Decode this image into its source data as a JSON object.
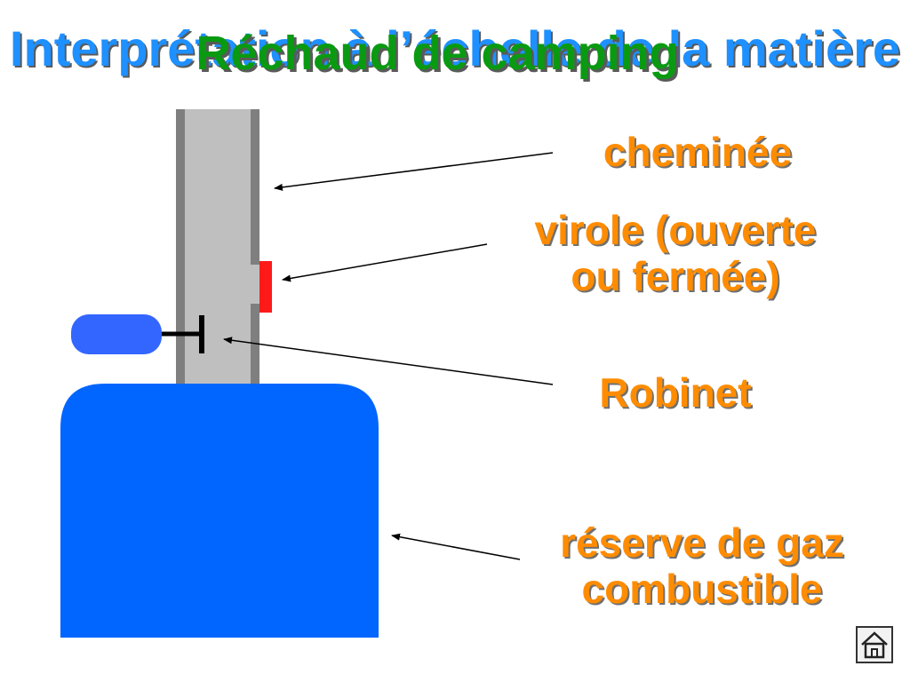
{
  "slide": {
    "background_title": "Interprétation à l’échelle de la matière",
    "title": "Réchaud de camping"
  },
  "labels": {
    "cheminee": "cheminée",
    "virole_line1": "virole (ouverte",
    "virole_line2": "ou fermée)",
    "robinet": "Robinet",
    "reserve_line1": "réserve de gaz",
    "reserve_line2": "combustible"
  },
  "colors": {
    "title_green": "#0a9a12",
    "background_title_blue": "#1e90ff",
    "label_orange": "#ff8c00",
    "gas_tank_blue": "#0066ff",
    "knob_blue": "#3366ff",
    "chimney_grey": "#bfbfbf",
    "ferrule_red": "#ff1a1a"
  },
  "icons": {
    "home": "home-icon"
  }
}
